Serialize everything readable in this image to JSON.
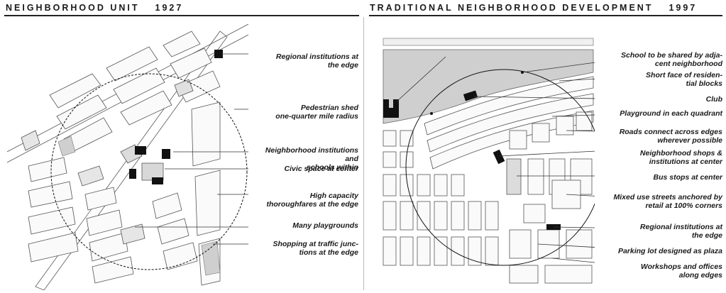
{
  "left_panel": {
    "title": "NEIGHBORHOOD UNIT",
    "year": "1927",
    "labels": [
      {
        "lines": [
          "Regional institutions at",
          "the edge"
        ]
      },
      {
        "lines": [
          "Pedestrian shed",
          "one-quarter mile radius"
        ]
      },
      {
        "lines": [
          "Neighborhood institutions and",
          "schools within"
        ]
      },
      {
        "lines": [
          "Civic space at center"
        ]
      },
      {
        "lines": [
          "High capacity",
          "thoroughfares at the edge"
        ]
      },
      {
        "lines": [
          "Many playgrounds"
        ]
      },
      {
        "lines": [
          "Shopping at traffic junc-",
          "tions at the edge"
        ]
      }
    ]
  },
  "right_panel": {
    "title": "TRADITIONAL NEIGHBORHOOD DEVELOPMENT",
    "year": "1997",
    "labels": [
      {
        "lines": [
          "School to be shared by adja-",
          "cent neighborhood"
        ]
      },
      {
        "lines": [
          "Short face of residen-",
          "tial blocks"
        ]
      },
      {
        "lines": [
          "Club"
        ]
      },
      {
        "lines": [
          "Playground in each quadrant"
        ]
      },
      {
        "lines": [
          "Roads connect across edges",
          "wherever possible"
        ]
      },
      {
        "lines": [
          "Neighborhood shops &",
          "institutions at center"
        ]
      },
      {
        "lines": [
          "Bus stops at center"
        ]
      },
      {
        "lines": [
          "Mixed use streets anchored by",
          "retail at 100% corners"
        ]
      },
      {
        "lines": [
          "Regional institutions at",
          "the edge"
        ]
      },
      {
        "lines": [
          "Parking lot designed as plaza"
        ]
      },
      {
        "lines": [
          "Workshops and offices",
          "along edges"
        ]
      }
    ]
  }
}
